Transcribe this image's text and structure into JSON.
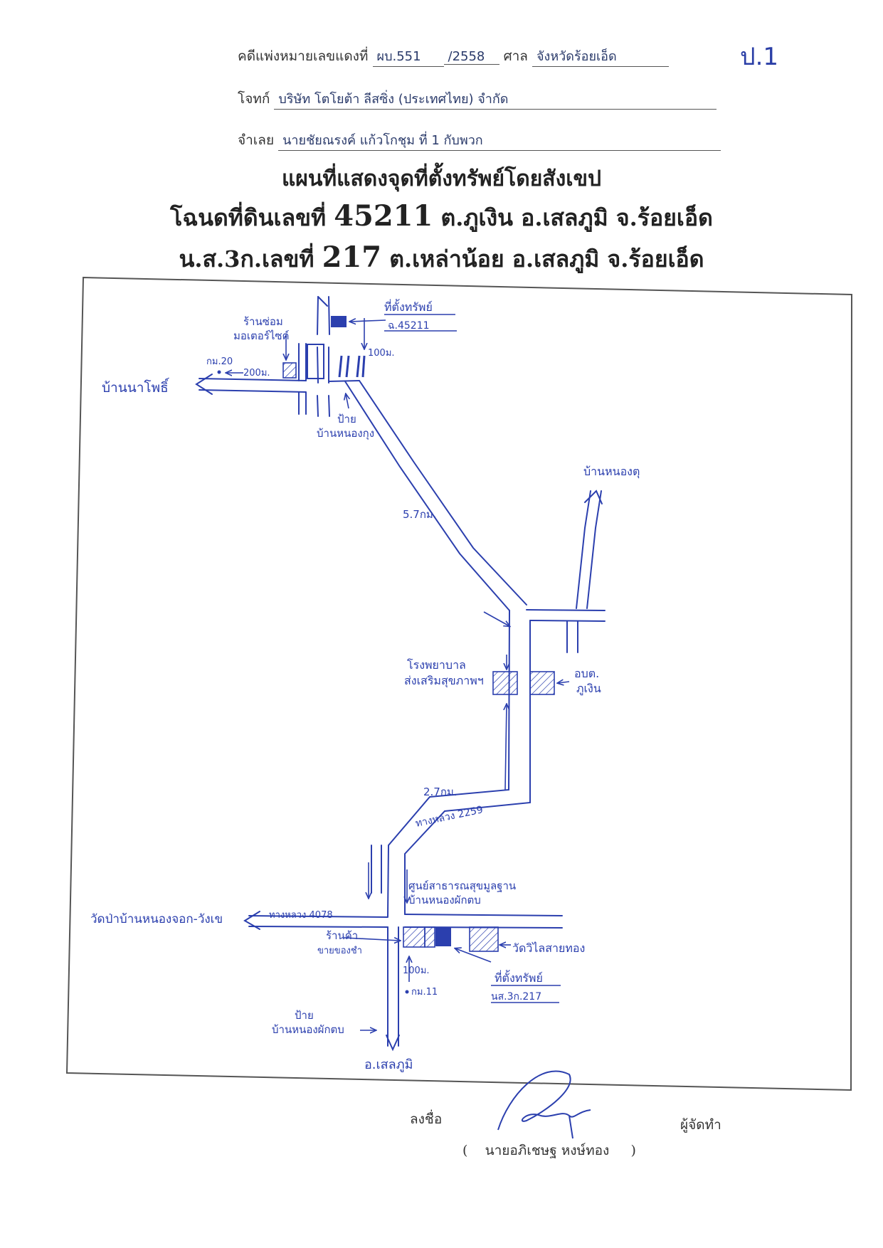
{
  "header": {
    "case_label": "คดีแพ่งหมายเลขแดงที่",
    "case_no": "ผบ.551",
    "case_year": "/2558",
    "court_label": "ศาล",
    "court_name": "จังหวัดร้อยเอ็ด",
    "plaintiff_label": "โจทก์",
    "plaintiff": "บริษัท โตโยต้า ลีสซิ่ง (ประเทศไทย) จำกัด",
    "defendant_label": "จำเลย",
    "defendant": "นายชัยณรงค์ แก้วโกชุม ที่ 1 กับพวก",
    "corner_mark": "ป.1"
  },
  "title": {
    "line1": "แผนที่แสดงจุดที่ตั้งทรัพย์โดยสังเขป",
    "line2_prefix": "โฉนดที่ดินเลขที่",
    "line2_number": "45211",
    "line2_suffix": "ต.ภูเงิน อ.เสลภูมิ จ.ร้อยเอ็ด",
    "line3_prefix": "น.ส.3ก.เลขที่",
    "line3_number": "217",
    "line3_suffix": "ต.เหล่าน้อย อ.เสลภูมิ จ.ร้อยเอ็ด"
  },
  "map": {
    "ink_color": "#2b3fae",
    "labels": {
      "property1": "ที่ตั้งทรัพย์",
      "property1_id": "ฉ.45211",
      "moto_shop_1": "ร้านซ่อม",
      "moto_shop_2": "มอเตอร์ไซค์",
      "km_20": "กม.20",
      "dist_200": "200ม.",
      "dist_100_top": "100ม.",
      "ban_na_pho": "บ้านนาโพธิ์",
      "sign_nong_kung_1": "ป้าย",
      "sign_nong_kung_2": "บ้านหนองกุง",
      "ban_nong_tu": "บ้านหนองตุ",
      "dist_5_7": "5.7กม.",
      "hospital_1": "โรงพยาบาล",
      "hospital_2": "ส่งเสริมสุขภาพฯ",
      "obt_1": "อบต.",
      "obt_2": "ภูเงิน",
      "dist_2_7": "2.7กม.",
      "highway_2259": "ทางหลวง 2259",
      "health_center_1": "ศูนย์สาธารณสุขมูลฐาน",
      "health_center_2": "บ้านหนองผักตบ",
      "wat_nong_jok": "วัดป่าบ้านหนองจอก-วังเข",
      "highway_4078": "ทางหลวง 4078",
      "shop_1": "ร้านค้า",
      "shop_2": "ขายของชำ",
      "wat_wilai": "วัดวิไลสายทอง",
      "dist_100_bottom": "100ม.",
      "km_11": "กม.11",
      "property2": "ที่ตั้งทรัพย์",
      "property2_id": "นส.3ก.217",
      "sign_nong_phak_1": "ป้าย",
      "sign_nong_phak_2": "บ้านหนองผักตบ",
      "selaphum": "อ.เสลภูมิ"
    }
  },
  "signature": {
    "sign_label": "ลงชื่อ",
    "role": "ผู้จัดทำ",
    "open_paren": "(",
    "name": "นายอภิเชษฐ หงษ์ทอง",
    "close_paren": ")"
  }
}
